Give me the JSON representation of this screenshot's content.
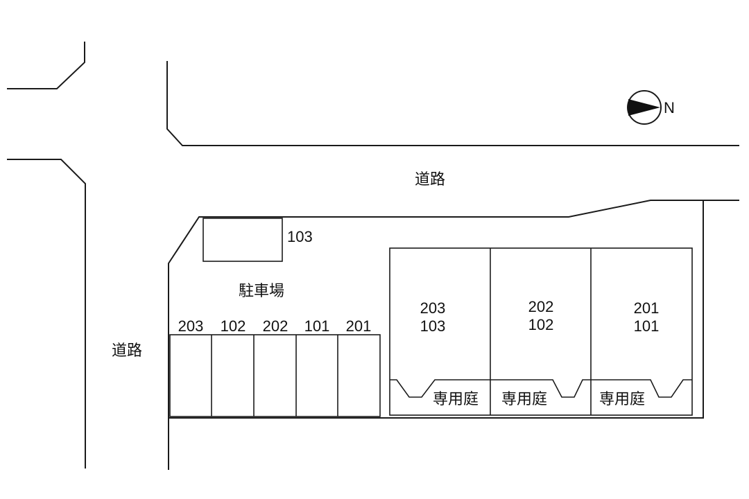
{
  "roads": {
    "top_label": "道路",
    "left_label": "道路"
  },
  "compass": {
    "north_letter": "N",
    "icon": "north-arrow-icon"
  },
  "parking": {
    "label": "駐車場",
    "separate_space_label": "103",
    "spaces": [
      "203",
      "102",
      "202",
      "101",
      "201"
    ]
  },
  "units": [
    {
      "upper": "203",
      "lower": "103",
      "garden_label": "専用庭"
    },
    {
      "upper": "202",
      "lower": "102",
      "garden_label": "専用庭"
    },
    {
      "upper": "201",
      "lower": "101",
      "garden_label": "専用庭"
    }
  ]
}
